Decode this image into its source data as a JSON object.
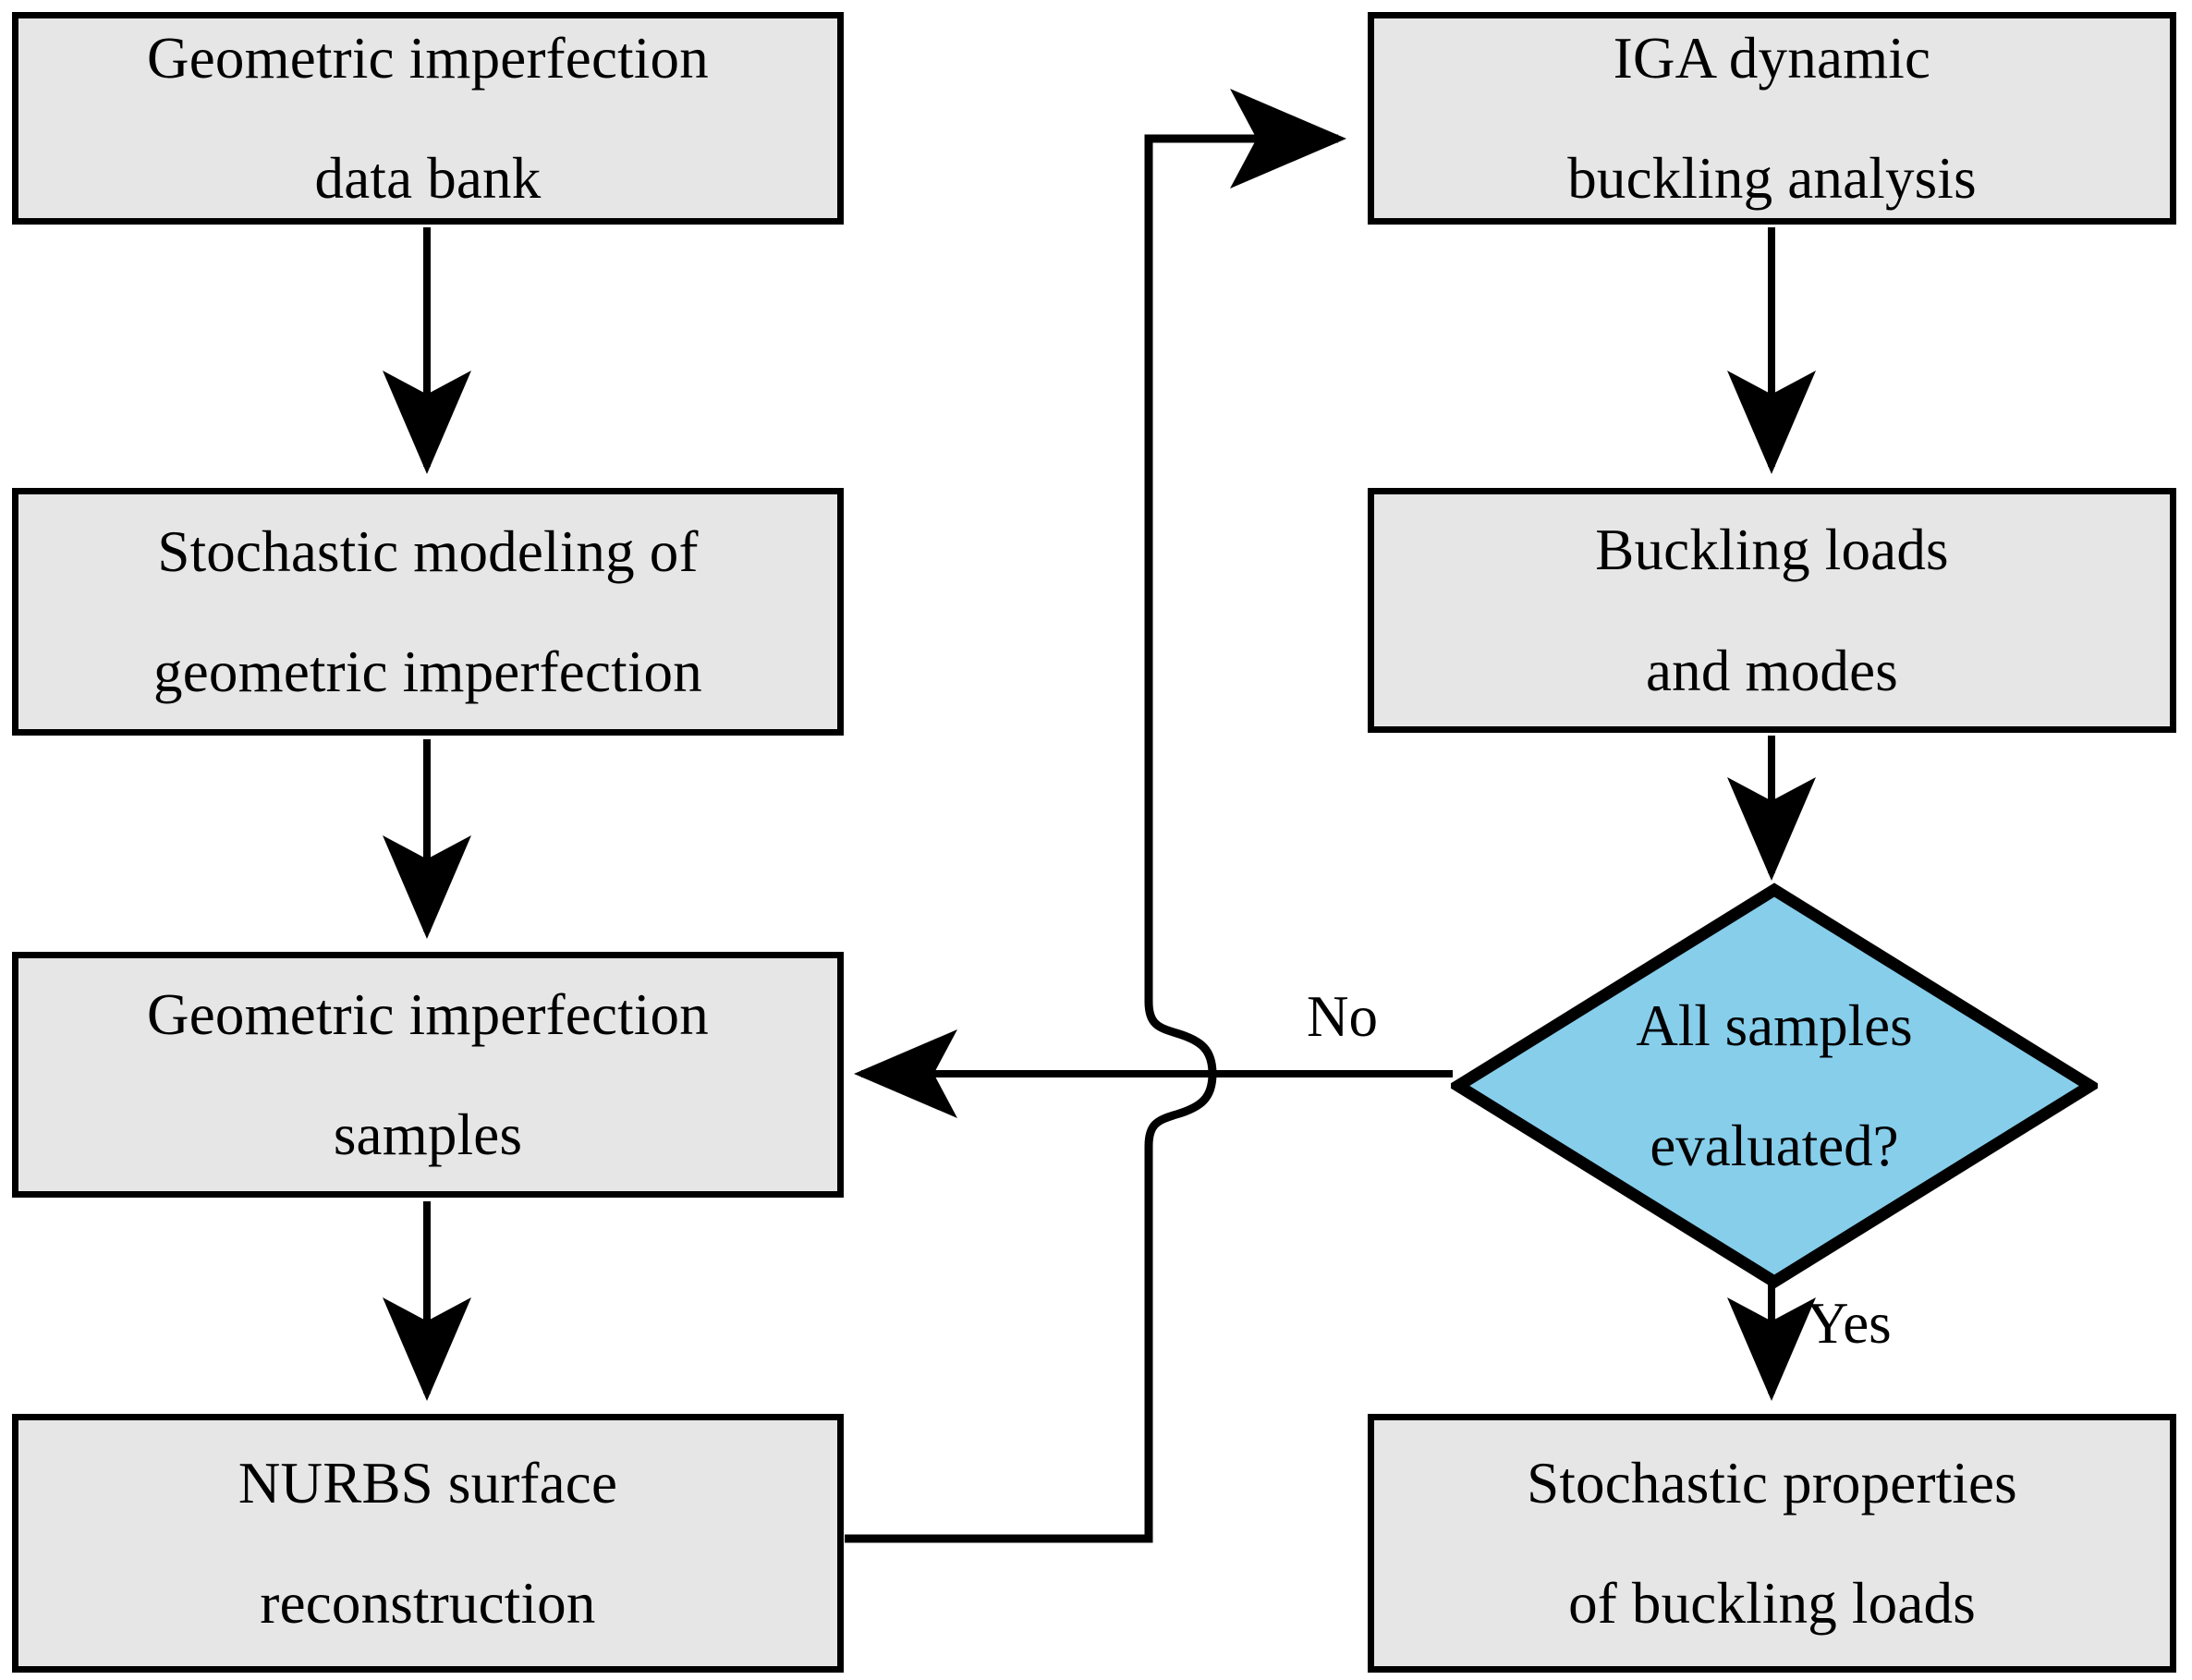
{
  "diagram": {
    "type": "flowchart",
    "title": "",
    "colors": {
      "process_fill": "#e6e6e6",
      "decision_fill": "#87ceeb",
      "stroke": "#000000",
      "background": "#ffffff"
    },
    "nodes": [
      {
        "id": "data-bank",
        "shape": "process",
        "line1": "Geometric imperfection",
        "line2": "data bank"
      },
      {
        "id": "stochastic-modeling",
        "shape": "process",
        "line1": "Stochastic modeling of",
        "line2": "geometric imperfection"
      },
      {
        "id": "imperfection-samples",
        "shape": "process",
        "line1": "Geometric imperfection",
        "line2": "samples"
      },
      {
        "id": "nurbs-reconstruction",
        "shape": "process",
        "line1": "NURBS surface",
        "line2": "reconstruction"
      },
      {
        "id": "iga-analysis",
        "shape": "process",
        "line1": "IGA dynamic",
        "line2": "buckling analysis"
      },
      {
        "id": "buckling-loads",
        "shape": "process",
        "line1": "Buckling loads",
        "line2": "and modes"
      },
      {
        "id": "all-samples-evaluated",
        "shape": "decision",
        "line1": "All samples",
        "line2": "evaluated?"
      },
      {
        "id": "stochastic-properties",
        "shape": "process",
        "line1": "Stochastic properties",
        "line2": "of buckling loads"
      }
    ],
    "edge_labels": {
      "no": "No",
      "yes": "Yes"
    }
  }
}
